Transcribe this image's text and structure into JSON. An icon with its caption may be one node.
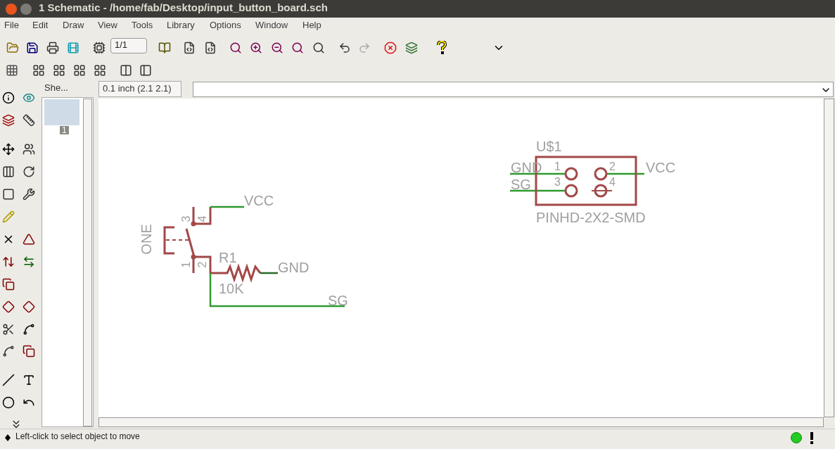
{
  "diagram": {
    "labels": [
      "1 Schematic - /home/fab/Desktop/input_button_board.sch",
      "File",
      "Edit",
      "Draw",
      "View",
      "Tools",
      "Library",
      "Options",
      "Window",
      "Help",
      "1/1",
      "She...",
      "1",
      "0.1 inch (2.1 2.1)",
      "U$1",
      "GND",
      "1",
      "2",
      "VCC",
      "SG",
      "3",
      "4",
      "PINHD-2X2-SMD",
      "VCC",
      "3",
      "4",
      "ONE",
      "1",
      "2",
      "R1",
      "GND",
      "10K",
      "SG",
      "Left-click to select object to move"
    ]
  }
}
